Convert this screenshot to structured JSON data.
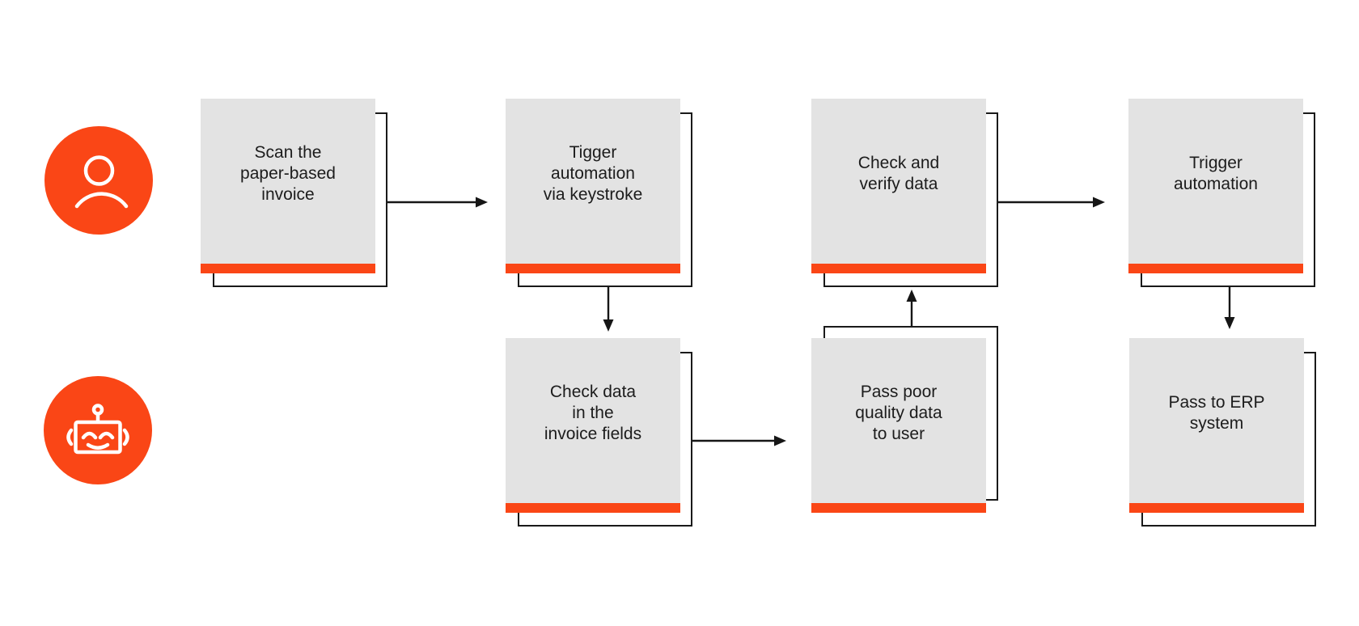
{
  "diagram": {
    "title": "",
    "type": "process-flowchart",
    "colors": {
      "accent_orange": "#fa4616",
      "box_fill": "#e3e3e3",
      "line_black": "#161616",
      "text": "#1c1c1c",
      "background": "#ffffff"
    },
    "lanes": [
      {
        "id": "user",
        "icon": "person-icon"
      },
      {
        "id": "robot",
        "icon": "robot-icon"
      }
    ],
    "nodes": [
      {
        "id": "scan-invoice",
        "lane": "user",
        "label": "Scan the\npaper-based\ninvoice"
      },
      {
        "id": "tigger-automation",
        "lane": "user",
        "label": "Tigger\nautomation\nvia keystroke"
      },
      {
        "id": "check-verify-data",
        "lane": "user",
        "label": "Check and\nverify data"
      },
      {
        "id": "trigger-automation",
        "lane": "user",
        "label": "Trigger\nautomation"
      },
      {
        "id": "check-data-invoice-fields",
        "lane": "robot",
        "label": "Check data\nin the\ninvoice fields"
      },
      {
        "id": "pass-poor-quality-data",
        "lane": "robot",
        "label": "Pass poor\nquality data\nto user"
      },
      {
        "id": "pass-to-erp-system",
        "lane": "robot",
        "label": "Pass to ERP\nsystem"
      }
    ],
    "connections": [
      {
        "from": "scan-invoice",
        "to": "tigger-automation",
        "direction": "right"
      },
      {
        "from": "tigger-automation",
        "to": "check-data-invoice-fields",
        "direction": "down"
      },
      {
        "from": "check-data-invoice-fields",
        "to": "pass-poor-quality-data",
        "direction": "right"
      },
      {
        "from": "pass-poor-quality-data",
        "to": "check-verify-data",
        "direction": "up"
      },
      {
        "from": "check-verify-data",
        "to": "trigger-automation",
        "direction": "right"
      },
      {
        "from": "trigger-automation",
        "to": "pass-to-erp-system",
        "direction": "down"
      }
    ]
  }
}
